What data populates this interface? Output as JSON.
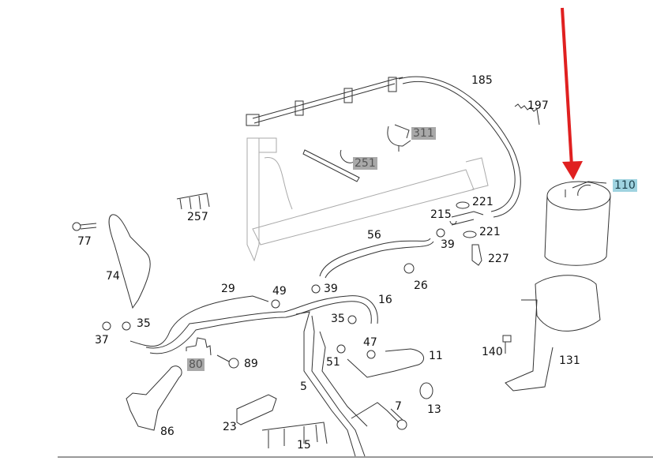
{
  "diagram": {
    "callouts": [
      {
        "id": "185",
        "text": "185",
        "highlight": "none"
      },
      {
        "id": "197",
        "text": "197",
        "highlight": "none"
      },
      {
        "id": "311",
        "text": "311",
        "highlight": "gray"
      },
      {
        "id": "251",
        "text": "251",
        "highlight": "gray"
      },
      {
        "id": "110",
        "text": "110",
        "highlight": "blue"
      },
      {
        "id": "257",
        "text": "257",
        "highlight": "none"
      },
      {
        "id": "77",
        "text": "77",
        "highlight": "none"
      },
      {
        "id": "221a",
        "text": "221",
        "highlight": "none"
      },
      {
        "id": "215",
        "text": "215",
        "highlight": "none"
      },
      {
        "id": "221b",
        "text": "221",
        "highlight": "none"
      },
      {
        "id": "56",
        "text": "56",
        "highlight": "none"
      },
      {
        "id": "39a",
        "text": "39",
        "highlight": "none"
      },
      {
        "id": "227",
        "text": "227",
        "highlight": "none"
      },
      {
        "id": "74",
        "text": "74",
        "highlight": "none"
      },
      {
        "id": "29",
        "text": "29",
        "highlight": "none"
      },
      {
        "id": "49",
        "text": "49",
        "highlight": "none"
      },
      {
        "id": "39b",
        "text": "39",
        "highlight": "none"
      },
      {
        "id": "26",
        "text": "26",
        "highlight": "none"
      },
      {
        "id": "16",
        "text": "16",
        "highlight": "none"
      },
      {
        "id": "35a",
        "text": "35",
        "highlight": "none"
      },
      {
        "id": "35b",
        "text": "35",
        "highlight": "none"
      },
      {
        "id": "37",
        "text": "37",
        "highlight": "none"
      },
      {
        "id": "47",
        "text": "47",
        "highlight": "none"
      },
      {
        "id": "11",
        "text": "11",
        "highlight": "none"
      },
      {
        "id": "51",
        "text": "51",
        "highlight": "none"
      },
      {
        "id": "140",
        "text": "140",
        "highlight": "none"
      },
      {
        "id": "131",
        "text": "131",
        "highlight": "none"
      },
      {
        "id": "80",
        "text": "80",
        "highlight": "gray"
      },
      {
        "id": "89",
        "text": "89",
        "highlight": "none"
      },
      {
        "id": "5",
        "text": "5",
        "highlight": "none"
      },
      {
        "id": "13",
        "text": "13",
        "highlight": "none"
      },
      {
        "id": "7",
        "text": "7",
        "highlight": "none"
      },
      {
        "id": "23",
        "text": "23",
        "highlight": "none"
      },
      {
        "id": "86",
        "text": "86",
        "highlight": "none"
      },
      {
        "id": "15",
        "text": "15",
        "highlight": "none"
      }
    ],
    "pointer_arrow": {
      "color": "#e02020",
      "target": "110"
    },
    "highlight_colors": {
      "gray": "#a9a9a9",
      "blue": "#9fd3e0"
    }
  }
}
